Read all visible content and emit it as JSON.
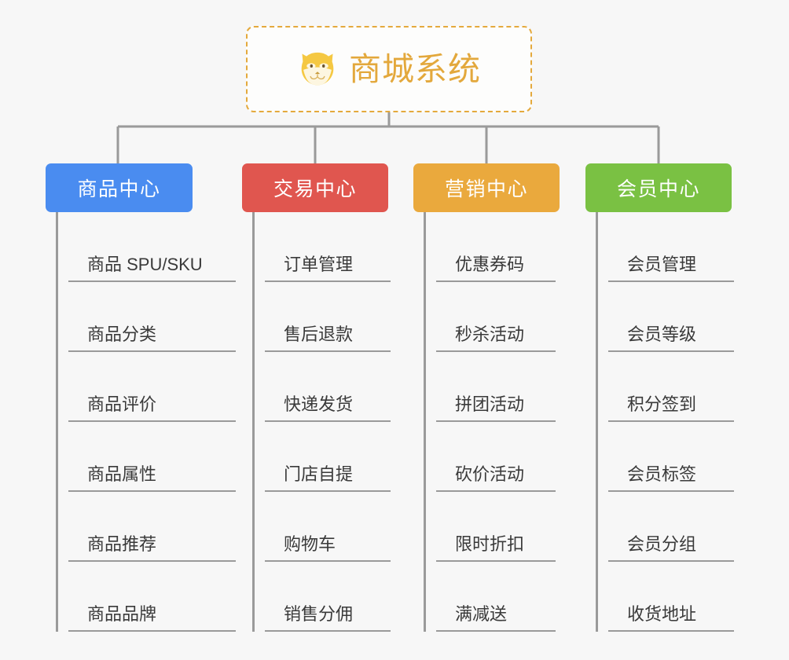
{
  "diagram": {
    "type": "mindmap",
    "background_color": "#f7f7f7",
    "root": {
      "title": "商城系统",
      "icon": "dog-face-icon",
      "border_color": "#e4a93c",
      "text_color": "#e3a83c",
      "background_color": "#fdfdfc"
    },
    "connector_color": "#9a9a9a",
    "branches": [
      {
        "label": "商品中心",
        "color": "#4a8cf0",
        "items": [
          "商品 SPU/SKU",
          "商品分类",
          "商品评价",
          "商品属性",
          "商品推荐",
          "商品品牌"
        ]
      },
      {
        "label": "交易中心",
        "color": "#e0564f",
        "items": [
          "订单管理",
          "售后退款",
          "快递发货",
          "门店自提",
          "购物车",
          "销售分佣"
        ]
      },
      {
        "label": "营销中心",
        "color": "#eaa93d",
        "items": [
          "优惠券码",
          "秒杀活动",
          "拼团活动",
          "砍价活动",
          "限时折扣",
          "满减送"
        ]
      },
      {
        "label": "会员中心",
        "color": "#7ac143",
        "items": [
          "会员管理",
          "会员等级",
          "积分签到",
          "会员标签",
          "会员分组",
          "收货地址"
        ]
      }
    ]
  }
}
